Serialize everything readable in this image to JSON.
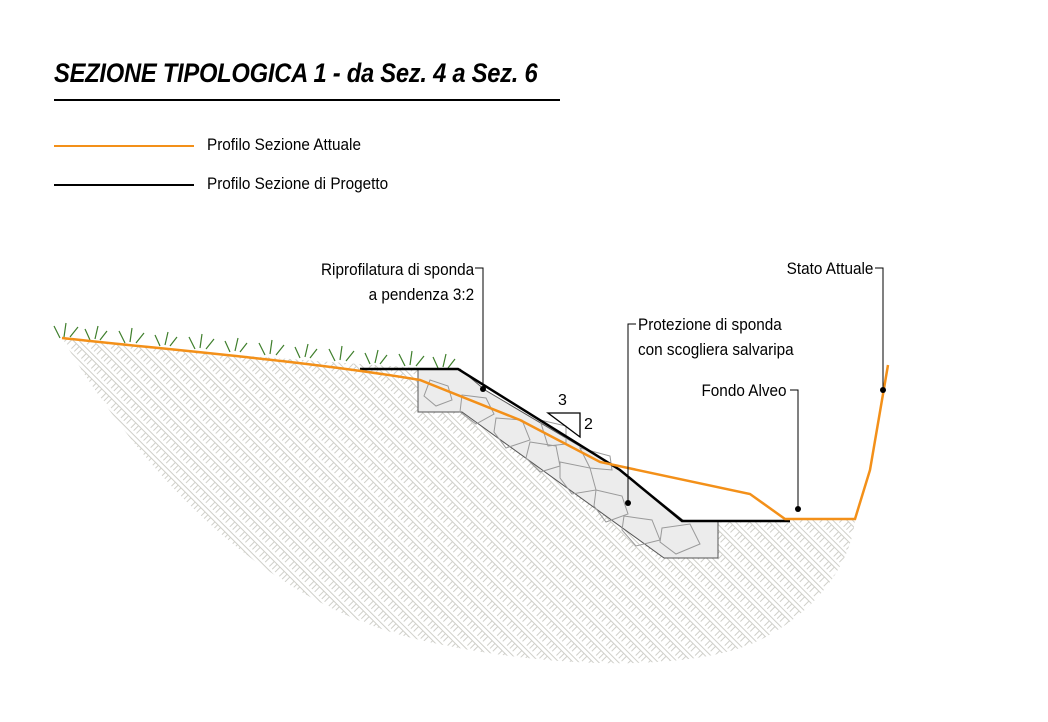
{
  "title": "SEZIONE TIPOLOGICA 1 - da Sez. 4 a Sez. 6",
  "legend": [
    {
      "label": "Profilo Sezione Attuale",
      "color": "#f39019"
    },
    {
      "label": "Profilo Sezione di Progetto",
      "color": "#000000"
    }
  ],
  "callouts": {
    "riprofilatura": {
      "line1": "Riprofilatura di sponda",
      "line2": "a pendenza 3:2"
    },
    "protezione": {
      "line1": "Protezione di sponda",
      "line2": "con scogliera salvaripa"
    },
    "fondo": "Fondo Alveo",
    "stato": "Stato Attuale"
  },
  "slope": {
    "run": "3",
    "rise": "2"
  },
  "colors": {
    "existing_profile": "#f39019",
    "design_profile": "#000000",
    "soil_hatch": "#cfcfc9",
    "riprap_fill": "#ececec",
    "grass": "#3f7f2c"
  }
}
